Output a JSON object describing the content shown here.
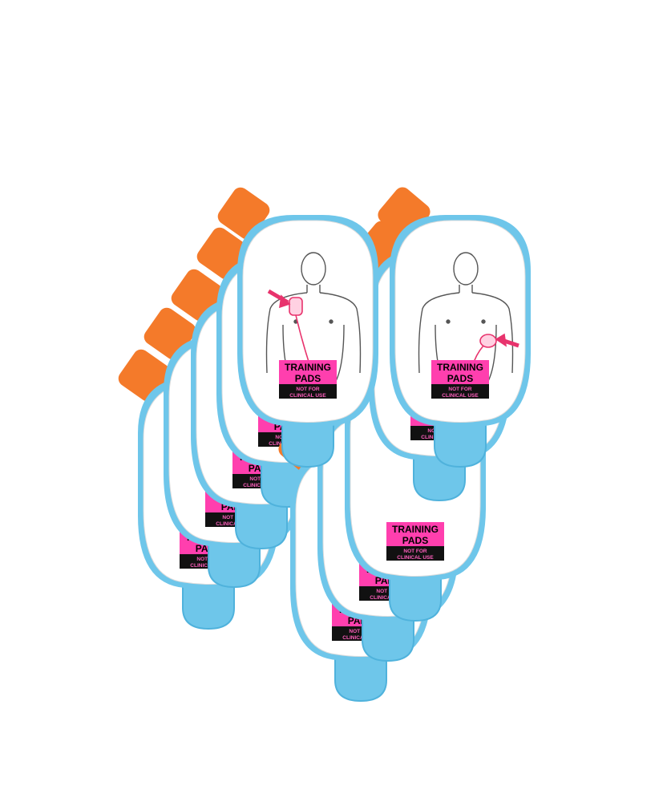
{
  "product": {
    "pads": [
      {
        "label_line1": "TRAINING",
        "label_line2": "PADS",
        "warning_line1": "NOT FOR",
        "warning_line2": "CLINICAL USE"
      },
      {
        "label_line1": "TRAINING",
        "label_line2": "PADS",
        "warning_line1": "NOT FOR",
        "warning_line2": "CLINICAL USE"
      },
      {
        "label_line1": "TRAINING",
        "label_line2": "PADS",
        "warning_line1": "NOT FOR",
        "warning_line2": "CLINICAL USE"
      },
      {
        "label_line1": "TRAINING",
        "label_line2": "PADS",
        "warning_line1": "NOT FOR",
        "warning_line2": "CLINICAL USE"
      },
      {
        "label_line1": "TRAINING",
        "label_line2": "PADS",
        "warning_line1": "NOT FOR",
        "warning_line2": "CLINICAL USE"
      },
      {
        "label_line1": "TRAINING",
        "label_line2": "PADS",
        "warning_line1": "NOT FOR",
        "warning_line2": "CLINICAL USE"
      },
      {
        "label_line1": "TRAINING",
        "label_line2": "PADS",
        "warning_line1": "NOT FOR",
        "warning_line2": "CLINICAL USE"
      },
      {
        "label_line1": "TRAINING",
        "label_line2": "PADS",
        "warning_line1": "NOT FOR",
        "warning_line2": "CLINICAL USE"
      },
      {
        "label_line1": "TRAINING",
        "label_line2": "PADS",
        "warning_line1": "NOT FOR",
        "warning_line2": "CLINICAL USE"
      },
      {
        "label_line1": "TRAINING",
        "label_line2": "PADS",
        "warning_line1": "NOT FOR",
        "warning_line2": "CLINICAL USE"
      }
    ]
  },
  "colors": {
    "background": "#ffffff",
    "pad_border": "#6ec6ea",
    "pad_inner": "#ffffff",
    "tab": "#f47a2a",
    "label_bg": "#ff3fae",
    "label_text": "#000000",
    "warning_bg": "#111111",
    "warning_text": "#ff5fbd",
    "arrow": "#e8336d",
    "figure_line": "#555555"
  }
}
